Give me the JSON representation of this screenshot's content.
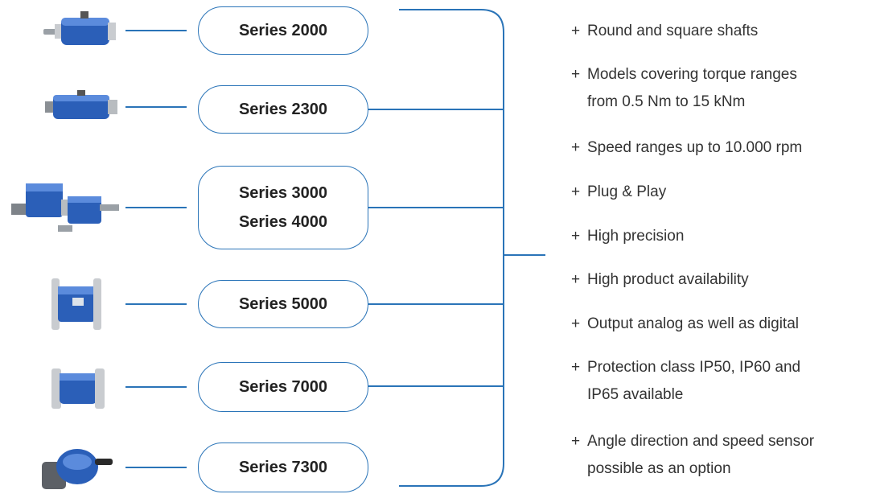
{
  "series": [
    {
      "id": "2000",
      "lines": [
        "Series 2000"
      ],
      "product": "sensor-2000"
    },
    {
      "id": "2300",
      "lines": [
        "Series 2300"
      ],
      "product": "sensor-2300"
    },
    {
      "id": "3000-4000",
      "lines": [
        "Series 3000",
        "Series 4000"
      ],
      "product": "sensor-3000-4000"
    },
    {
      "id": "5000",
      "lines": [
        "Series 5000"
      ],
      "product": "sensor-5000"
    },
    {
      "id": "7000",
      "lines": [
        "Series 7000"
      ],
      "product": "sensor-7000"
    },
    {
      "id": "7300",
      "lines": [
        "Series 7300"
      ],
      "product": "sensor-7300"
    }
  ],
  "features": [
    {
      "lines": [
        "Round and square shafts"
      ]
    },
    {
      "lines": [
        "Models covering torque ranges",
        "from 0.5 Nm to 15 kNm"
      ]
    },
    {
      "lines": [
        "Speed ranges up to 10.000 rpm"
      ]
    },
    {
      "lines": [
        "Plug & Play"
      ]
    },
    {
      "lines": [
        "High precision"
      ]
    },
    {
      "lines": [
        "High product availability"
      ]
    },
    {
      "lines": [
        "Output analog as well as digital"
      ]
    },
    {
      "lines": [
        "Protection class IP50, IP60 and",
        "IP65 available"
      ]
    },
    {
      "lines": [
        "Angle direction and speed sensor",
        "possible as an option"
      ]
    }
  ],
  "bullet_symbol": "+",
  "colors": {
    "accent": "#2a74b8",
    "text": "#333333",
    "sensor_blue": "#2b5fb8"
  }
}
